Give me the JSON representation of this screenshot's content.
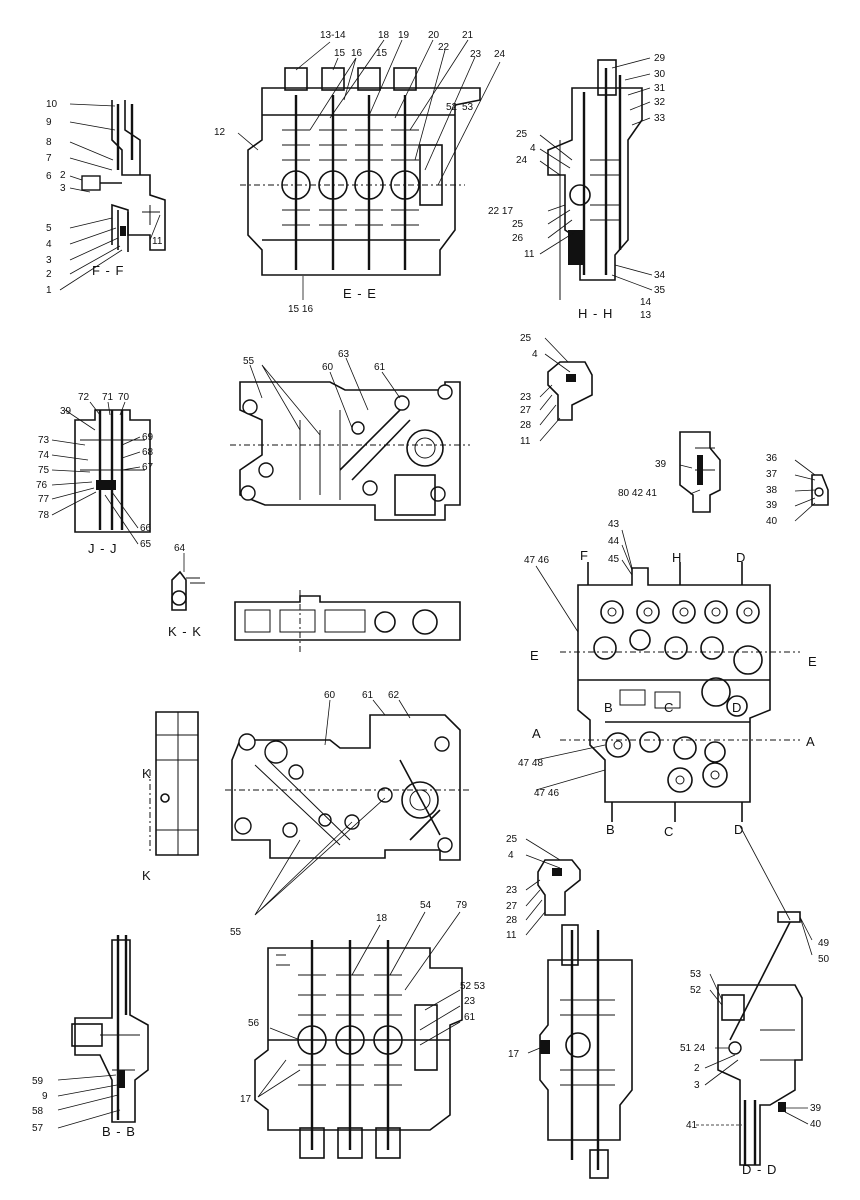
{
  "sections": {
    "ff": "F - F",
    "ee": "E - E",
    "hh": "H - H",
    "jj": "J - J",
    "kk": "K - K",
    "bb": "B - B",
    "dd": "D - D"
  },
  "markers": [
    "F",
    "H",
    "D",
    "E",
    "E",
    "A",
    "A",
    "B",
    "C",
    "D",
    "K",
    "K",
    "B",
    "C",
    "D"
  ],
  "callouts": {
    "ff": [
      "10",
      "9",
      "8",
      "7",
      "6",
      "2",
      "3",
      "5",
      "4",
      "3",
      "2",
      "1",
      "11"
    ],
    "ee": [
      "13-14",
      "15",
      "16",
      "18",
      "15",
      "19",
      "20",
      "21",
      "22",
      "23",
      "24",
      "52",
      "53",
      "12",
      "15 16"
    ],
    "hh": [
      "29",
      "30",
      "31",
      "32",
      "33",
      "25",
      "4",
      "24",
      "22 17",
      "25",
      "26",
      "11",
      "34",
      "35",
      "14",
      "13"
    ],
    "detail_upper": [
      "25",
      "4",
      "23",
      "27",
      "28",
      "11"
    ],
    "top_plate": [
      "55",
      "60",
      "63",
      "61"
    ],
    "jj": [
      "72",
      "71",
      "70",
      "39",
      "73",
      "74",
      "75",
      "76",
      "77",
      "78",
      "69",
      "68",
      "67",
      "66",
      "65"
    ],
    "kk": [
      "64"
    ],
    "detail_small": [
      "39",
      "80 42 41"
    ],
    "detail_right": [
      "36",
      "37",
      "38",
      "39",
      "40"
    ],
    "assembly": [
      "43",
      "44",
      "45",
      "47 46",
      "47 48",
      "47 46"
    ],
    "bottom_plate": [
      "60",
      "61",
      "62",
      "55"
    ],
    "detail_lower": [
      "25",
      "4",
      "23",
      "27",
      "28",
      "11"
    ],
    "lower_ee": [
      "18",
      "54",
      "79",
      "52 53",
      "23",
      "61",
      "56",
      "17"
    ],
    "lower_hh": [
      "17"
    ],
    "bb": [
      "59",
      "9",
      "58",
      "57"
    ],
    "dd": [
      "49",
      "50",
      "53",
      "52",
      "51 24",
      "2",
      "3",
      "39",
      "40",
      "41"
    ]
  }
}
